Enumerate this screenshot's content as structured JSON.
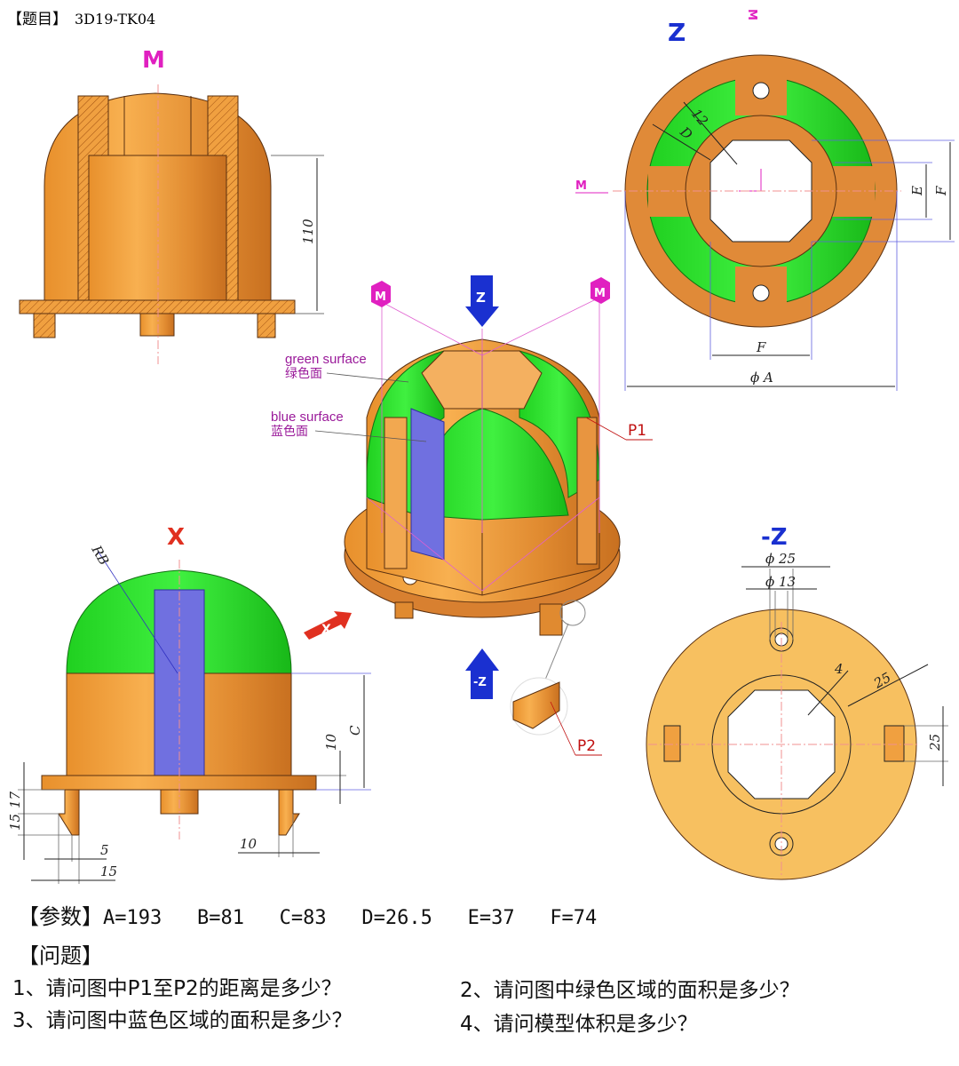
{
  "header": {
    "title_bracket": "【题目】",
    "title_code": "3D19-TK04"
  },
  "colors": {
    "orange": "#f0a040",
    "green": "#22dd22",
    "blue": "#7070e0",
    "magenta": "#e020c0",
    "view_blue": "#1a30d0",
    "red": "#e03020",
    "light_orange": "#f7c060"
  },
  "views": {
    "m_section": {
      "label": "M",
      "dim_height": "110"
    },
    "z_view": {
      "label": "Z",
      "m_top": "M",
      "m_left": "M",
      "dims": {
        "d12": "12",
        "d": "D",
        "e": "E",
        "f_side": "F",
        "f_bottom": "F",
        "a": "ϕ A"
      }
    },
    "iso": {
      "m_left": "M",
      "m_right": "M",
      "z": "Z",
      "minus_z": "-Z",
      "x": "X",
      "green_surface_en": "green surface",
      "green_surface_cn": "绿色面",
      "blue_surface_en": "blue surface",
      "blue_surface_cn": "蓝色面",
      "p1": "P1",
      "p2": "P2"
    },
    "x_view": {
      "label": "X",
      "dims": {
        "rb": "RB",
        "c": "C",
        "d10": "10",
        "d15": "15",
        "d17": "17",
        "d5": "5",
        "d15b": "15",
        "d10b": "10"
      }
    },
    "minus_z_view": {
      "label": "-Z",
      "dims": {
        "phi25": "ϕ 25",
        "phi13": "ϕ 13",
        "d4": "4",
        "d25a": "25",
        "d25b": "25"
      }
    }
  },
  "params": {
    "label": "【参数】",
    "values": "A=193   B=81   C=83   D=26.5   E=37   F=74"
  },
  "questions": {
    "label": "【问题】",
    "items": [
      "1、请问图中P1至P2的距离是多少？",
      "2、请问图中绿色区域的面积是多少？",
      "3、请问图中蓝色区域的面积是多少？",
      "4、请问模型体积是多少？"
    ]
  }
}
